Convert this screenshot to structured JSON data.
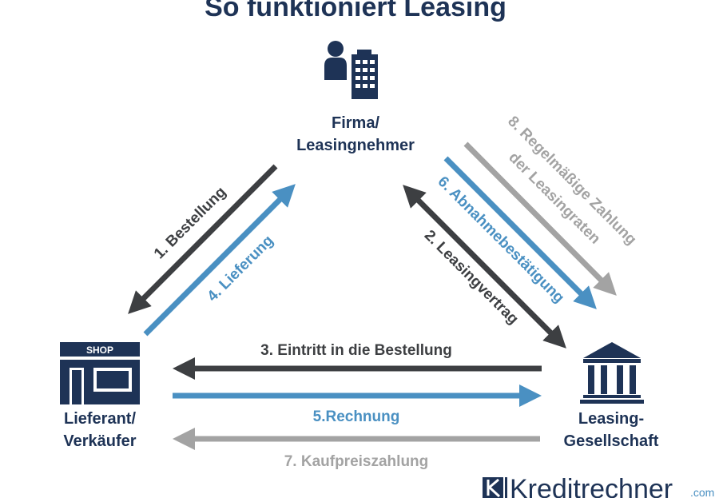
{
  "title": "So funktioniert Leasing",
  "colors": {
    "navy": "#1e3356",
    "dark": "#3d3f42",
    "blue": "#4a90c2",
    "gray": "#a3a3a3"
  },
  "nodes": {
    "firma": {
      "line1": "Firma/",
      "line2": "Leasingnehmer",
      "icon": "person-building-icon"
    },
    "lieferant": {
      "line1": "Lieferant/",
      "line2": "Verkäufer",
      "icon": "shop-icon",
      "shop_sign": "SHOP"
    },
    "leasing": {
      "line1": "Leasing-",
      "line2": "Gesellschaft",
      "icon": "bank-icon"
    }
  },
  "steps": {
    "s1": "1. Bestellung",
    "s2": "2. Leasingvertrag",
    "s3": "3. Eintritt in die Bestellung",
    "s4": "4. Lieferung",
    "s5": "5.Rechnung",
    "s6": "6. Abnahmebestätigung",
    "s7": "7. Kaufpreiszahlung",
    "s8_line1": "8. Regelmäßige Zahlung",
    "s8_line2": "der Leasingraten"
  },
  "brand": {
    "name": "Kreditrechner",
    "suffix": ".com"
  }
}
